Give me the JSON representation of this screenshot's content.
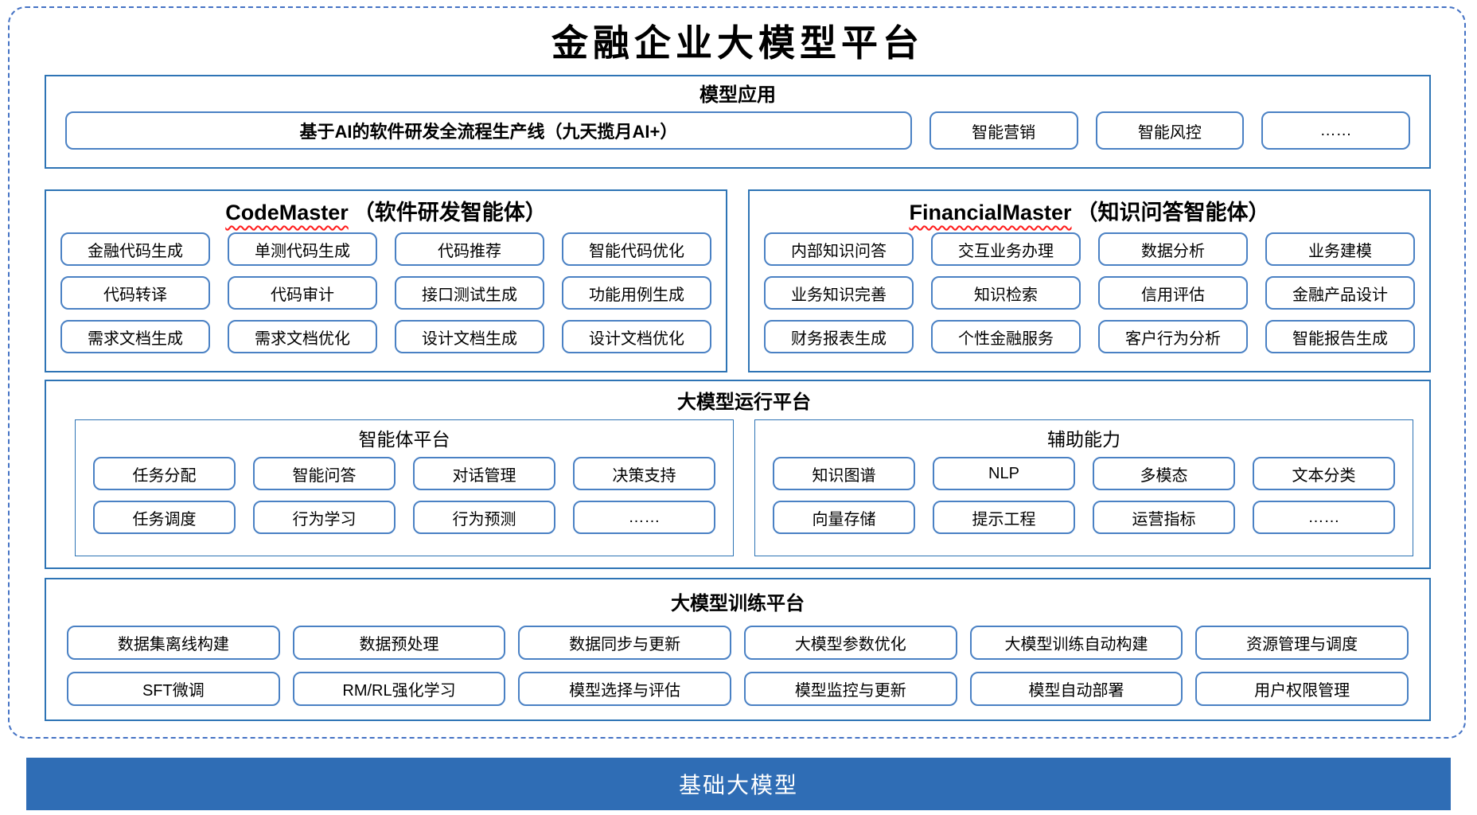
{
  "title": "金融企业大模型平台",
  "colors": {
    "dashed_border": "#4472C4",
    "section_border": "#2E74B5",
    "button_border": "#4A81C4",
    "bar_fill": "#2F6DB5"
  },
  "sections": {
    "model_app": {
      "header": "模型应用",
      "pipeline": "基于AI的软件研发全流程生产线（九天揽月AI+）",
      "items": [
        "智能营销",
        "智能风控",
        "……"
      ]
    },
    "code_master": {
      "title_en": "CodeMaster",
      "title_zh": "（软件研发智能体）",
      "items": [
        "金融代码生成",
        "单测代码生成",
        "代码推荐",
        "智能代码优化",
        "代码转译",
        "代码审计",
        "接口测试生成",
        "功能用例生成",
        "需求文档生成",
        "需求文档优化",
        "设计文档生成",
        "设计文档优化"
      ]
    },
    "financial_master": {
      "title_en": "FinancialMaster",
      "title_zh": "（知识问答智能体）",
      "items": [
        "内部知识问答",
        "交互业务办理",
        "数据分析",
        "业务建模",
        "业务知识完善",
        "知识检索",
        "信用评估",
        "金融产品设计",
        "财务报表生成",
        "个性金融服务",
        "客户行为分析",
        "智能报告生成"
      ]
    },
    "runtime": {
      "header": "大模型运行平台",
      "agent_platform": {
        "title": "智能体平台",
        "items": [
          "任务分配",
          "智能问答",
          "对话管理",
          "决策支持",
          "任务调度",
          "行为学习",
          "行为预测",
          "……"
        ]
      },
      "aux_ability": {
        "title": "辅助能力",
        "items": [
          "知识图谱",
          "NLP",
          "多模态",
          "文本分类",
          "向量存储",
          "提示工程",
          "运营指标",
          "……"
        ]
      }
    },
    "training": {
      "header": "大模型训练平台",
      "items": [
        "数据集离线构建",
        "数据预处理",
        "数据同步与更新",
        "大模型参数优化",
        "大模型训练自动构建",
        "资源管理与调度",
        "SFT微调",
        "RM/RL强化学习",
        "模型选择与评估",
        "模型监控与更新",
        "模型自动部署",
        "用户权限管理"
      ]
    },
    "base_model": {
      "label": "基础大模型"
    }
  }
}
